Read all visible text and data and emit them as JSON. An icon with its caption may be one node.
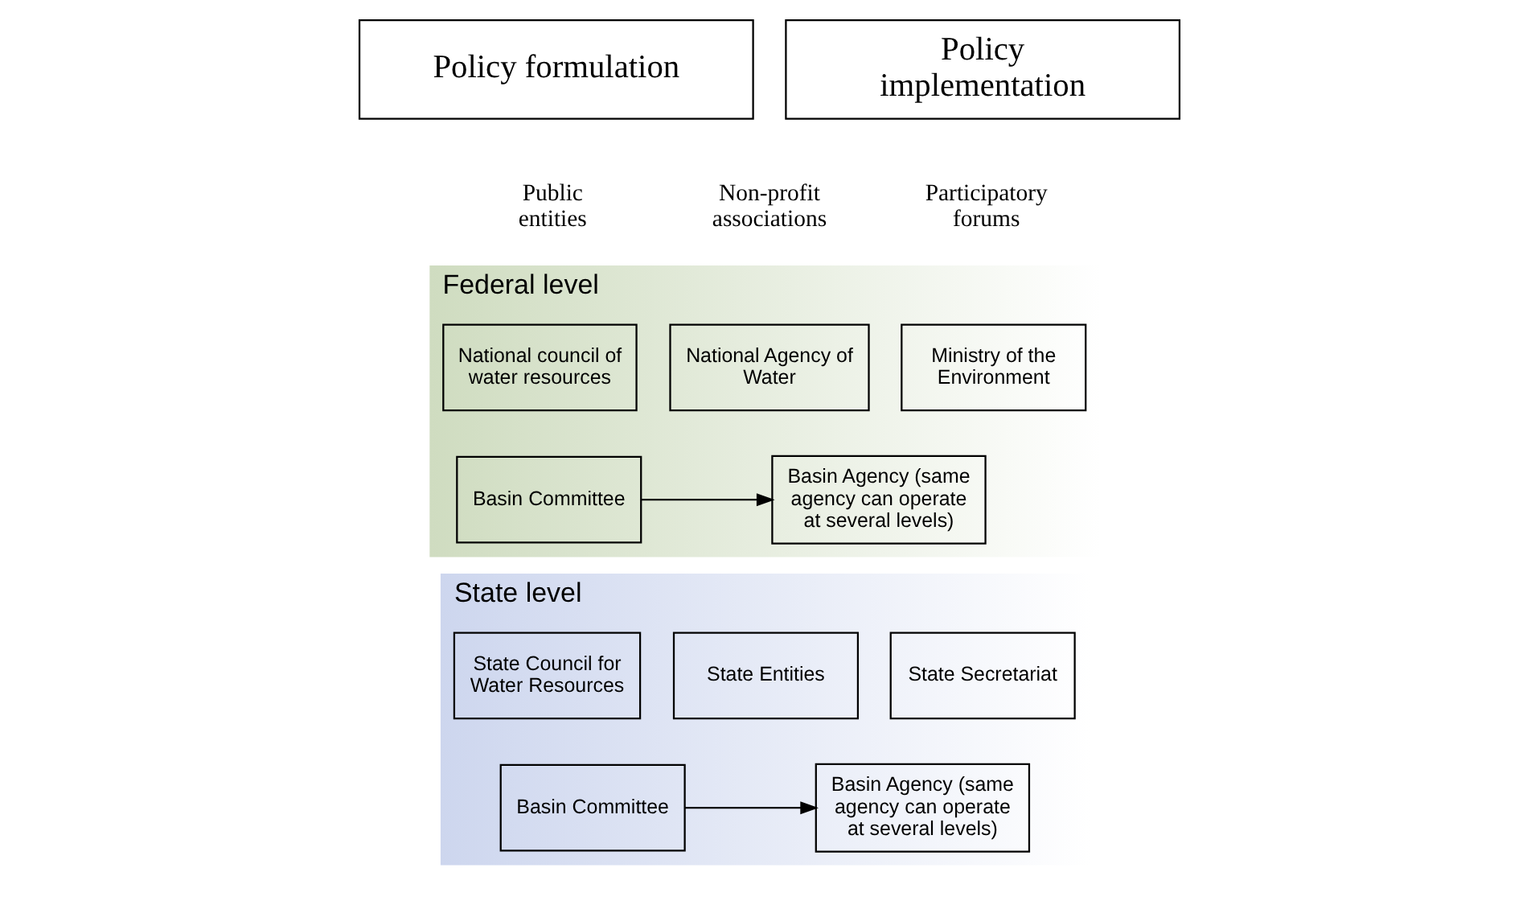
{
  "diagram": {
    "nodes": [
      {
        "text": [
          "Policy formulation"
        ]
      },
      {
        "text": [
          "Policy implementation"
        ]
      },
      {
        "text": [
          "Federal level"
        ]
      },
      {
        "text": [
          "National council of water resources"
        ],
        "in": 2
      },
      {
        "text": [
          "Ministry of the Environment"
        ],
        "in": 2
      },
      {
        "text": [
          "National Agency of Water"
        ],
        "in": 2
      },
      {
        "text": [
          "Basin Committee"
        ],
        "in": 2
      },
      {
        "text": [
          "Basin Agency (same agency can operate at several levels)"
        ],
        "in": 2
      },
      {
        "text": [
          "State level"
        ]
      },
      {
        "text": [
          "State Council for Water Resources"
        ],
        "in": 8
      },
      {
        "text": [
          "State Secretariat"
        ],
        "in": 8
      },
      {
        "text": [
          "State Entities"
        ],
        "in": 8
      },
      {
        "text": [
          "Basin Committee"
        ],
        "in": 8
      },
      {
        "text": [
          "Basin Agency (same agency can operate at several levels)"
        ],
        "in": 8
      }
    ],
    "edges": [
      {
        "from": 6,
        "to": 7,
        "arrow": "to"
      },
      {
        "from": 12,
        "to": 13,
        "arrow": "to"
      }
    ],
    "labels": [
      "Participatory forums",
      "Public entities",
      "Non-profit associations"
    ]
  }
}
